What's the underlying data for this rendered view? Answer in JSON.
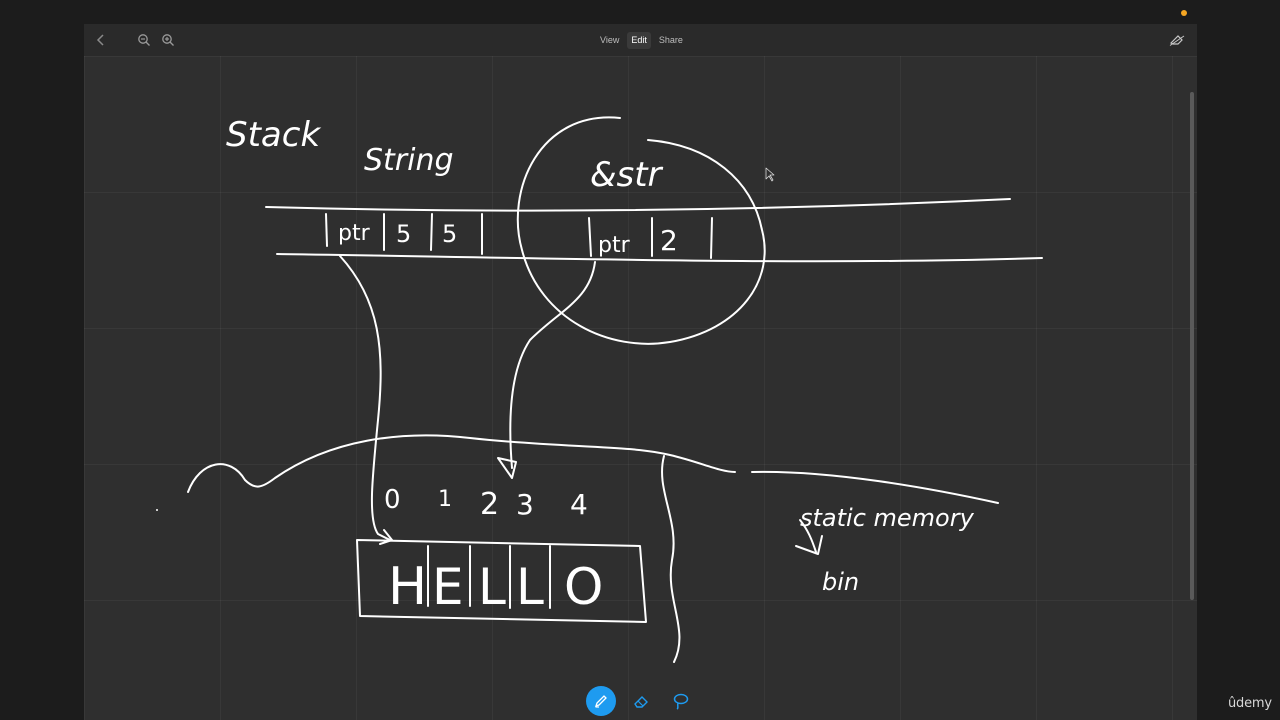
{
  "toolbar": {
    "back_icon": "chevron-left-icon",
    "zoom_out_icon": "zoom-out-icon",
    "zoom_in_icon": "zoom-in-icon",
    "modes": [
      {
        "label": "View",
        "active": false
      },
      {
        "label": "Edit",
        "active": true
      },
      {
        "label": "Share",
        "active": false
      }
    ],
    "right_icon": "eraser-pen-icon"
  },
  "drawing": {
    "stack_label": "Stack",
    "string_label": "String",
    "str_ref_label": "&str",
    "string_cells": [
      "ptr",
      "5",
      "5"
    ],
    "str_cells": [
      "ptr",
      "2"
    ],
    "indices": [
      "0",
      "1",
      "2",
      "3",
      "4"
    ],
    "heap_letters": [
      "H",
      "E",
      "L",
      "L",
      "O"
    ],
    "side_note": "static memory",
    "side_note_2": "bin"
  },
  "bottom_tools": [
    {
      "name": "pen-tool",
      "icon": "pen-icon",
      "active": true
    },
    {
      "name": "eraser-tool",
      "icon": "eraser-icon",
      "active": false
    },
    {
      "name": "lasso-tool",
      "icon": "lasso-icon",
      "active": false
    }
  ],
  "colors": {
    "canvas_bg": "#2f2f2f",
    "ink": "#ffffff",
    "active_tool": "#1e9bf0",
    "recording_dot": "#f5a623"
  },
  "watermark": "ûdemy"
}
